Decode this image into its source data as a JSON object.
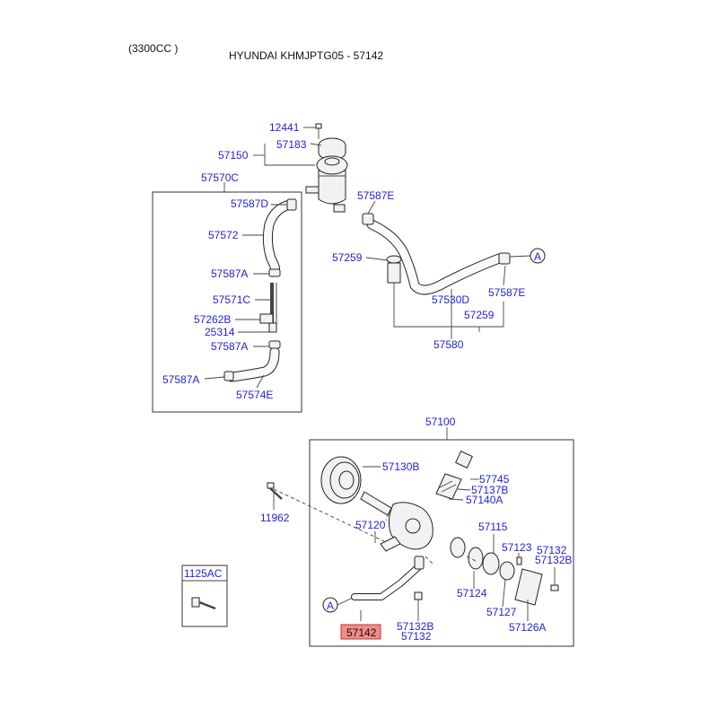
{
  "header": {
    "engine": "(3300CC )",
    "title": "HYUNDAI KHMJPTG05 - 57142"
  },
  "colors": {
    "label": "#1f1fd6",
    "highlight_fill": "#f28b8b",
    "highlight_stroke": "#c0392b",
    "line": "#333333"
  },
  "callouts": {
    "reservoir_bolt": "12441",
    "reservoir_cap": "57183",
    "reservoir_assy": "57150",
    "suction_hose_group": "57570C",
    "clamp_d": "57587D",
    "hose_57572": "57572",
    "clamp_a_1": "57587A",
    "hose_57571c": "57571C",
    "bracket": "57262B",
    "clip": "25314",
    "clamp_a_2": "57587A",
    "clamp_a_3": "57587A",
    "hose_57574e": "57574E",
    "clamp_e_1": "57587E",
    "filter": "57259",
    "hose_57530d": "57530D",
    "clamp_e_2": "57587E",
    "filter_2": "57259",
    "hose_assy": "57580",
    "pump_assy": "57100",
    "pulley": "57130B",
    "valve": "57745",
    "spring": "57137B",
    "control_valve": "57140A",
    "bolt_11962": "11962",
    "shaft": "57120",
    "cartridge": "57115",
    "ring": "57124",
    "pin": "57123",
    "plate_57132_top": "57132",
    "seal_57132b_top": "57132B",
    "gasket": "57127",
    "cover": "57126A",
    "pressure_tube": "57142",
    "seal_57132b_bottom": "57132B",
    "plate_57132_bottom": "57132",
    "bolt_1125ac": "1125AC",
    "ref_a_top": "A",
    "ref_a_bottom": "A"
  }
}
